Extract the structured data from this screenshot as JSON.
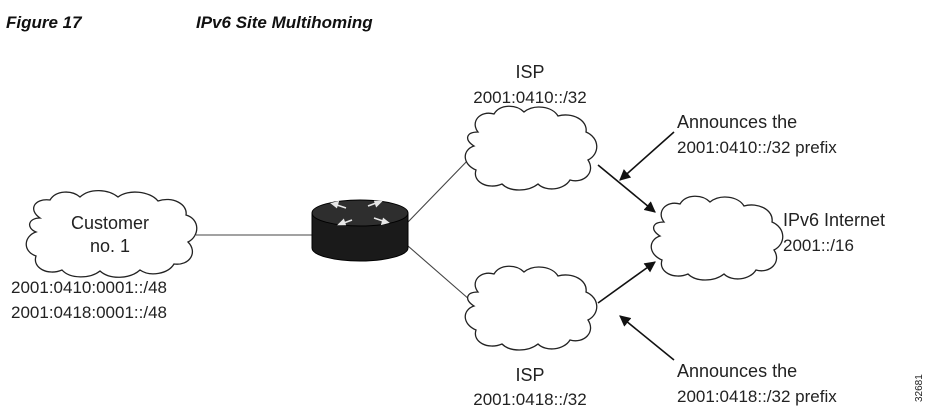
{
  "figure": {
    "number": "Figure 17",
    "title": "IPv6 Site Multihoming"
  },
  "nodes": {
    "customer": {
      "line1": "Customer",
      "line2": "no. 1",
      "prefixes": [
        "2001:0410:0001::/48",
        "2001:0418:0001::/48"
      ]
    },
    "isp_top": {
      "label": "ISP",
      "prefix": "2001:0410::/32"
    },
    "isp_bottom": {
      "label": "ISP",
      "prefix": "2001:0418::/32"
    },
    "internet": {
      "label": "IPv6 Internet",
      "prefix": "2001::/16"
    }
  },
  "annotations": {
    "top": {
      "line1": "Announces the",
      "line2": "2001:0410::/32 prefix"
    },
    "bottom": {
      "line1": "Announces the",
      "line2": "2001:0418::/32 prefix"
    }
  },
  "figure_id": "32681"
}
